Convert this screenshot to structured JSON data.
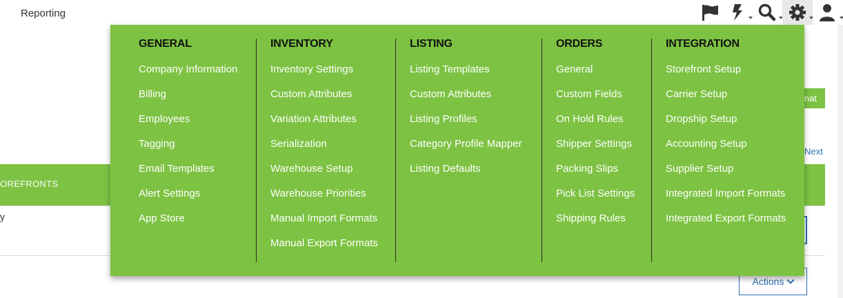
{
  "header": {
    "title": "Reporting",
    "icons": [
      "flag-icon",
      "lightning-icon",
      "search-icon",
      "gear-icon",
      "user-icon"
    ]
  },
  "background": {
    "format_button": "nat",
    "next_link": "Next",
    "table_header": "OREFRONTS",
    "row_text": "y",
    "actions_button": "Actions"
  },
  "menu": {
    "accent_color": "#7dc242",
    "columns": [
      {
        "heading": "GENERAL",
        "items": [
          "Company Information",
          "Billing",
          "Employees",
          "Tagging",
          "Email Templates",
          "Alert Settings",
          "App Store"
        ]
      },
      {
        "heading": "INVENTORY",
        "items": [
          "Inventory Settings",
          "Custom Attributes",
          "Variation Attributes",
          "Serialization",
          "Warehouse Setup",
          "Warehouse Priorities",
          "Manual Import Formats",
          "Manual Export Formats"
        ]
      },
      {
        "heading": "LISTING",
        "items": [
          "Listing Templates",
          "Custom Attributes",
          "Listing Profiles",
          "Category Profile Mapper",
          "Listing Defaults"
        ]
      },
      {
        "heading": "ORDERS",
        "items": [
          "General",
          "Custom Fields",
          "On Hold Rules",
          "Shipper Settings",
          "Packing Slips",
          "Pick List Settings",
          "Shipping Rules"
        ]
      },
      {
        "heading": "INTEGRATION",
        "items": [
          "Storefront Setup",
          "Carrier Setup",
          "Dropship Setup",
          "Accounting Setup",
          "Supplier Setup",
          "Integrated Import Formats",
          "Integrated Export Formats"
        ]
      }
    ]
  }
}
